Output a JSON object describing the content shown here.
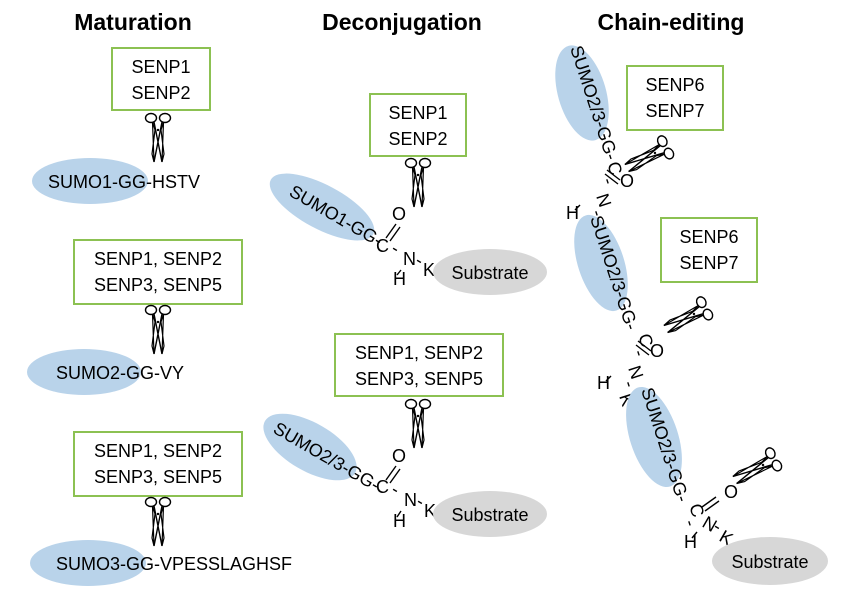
{
  "colors": {
    "box_border": "#8cc152",
    "sumo_fill": "#b9d3ea",
    "substrate_fill": "#d7d7d7",
    "text": "#000000"
  },
  "headers": {
    "maturation": "Maturation",
    "deconjugation": "Deconjugation",
    "chain_editing": "Chain-editing"
  },
  "maturation": {
    "row1": {
      "enzymes": [
        "SENP1",
        "SENP2"
      ],
      "sumo": "SUMO1",
      "tail": "-GG-HSTV"
    },
    "row2": {
      "enzymes": [
        "SENP1, SENP2",
        "SENP3, SENP5"
      ],
      "sumo": "SUMO2",
      "tail": "-GG-VY"
    },
    "row3": {
      "enzymes": [
        "SENP1, SENP2",
        "SENP3, SENP5"
      ],
      "sumo": "SUMO3",
      "tail": "-GG-VPESSLAGHSF"
    }
  },
  "deconjugation": {
    "top": {
      "enzymes": [
        "SENP1",
        "SENP2"
      ],
      "sumo": "SUMO1",
      "substrate": "Substrate"
    },
    "bottom": {
      "enzymes": [
        "SENP1, SENP2",
        "SENP3, SENP5"
      ],
      "sumo": "SUMO2/3",
      "substrate": "Substrate"
    }
  },
  "chain_editing": {
    "box1": [
      "SENP6",
      "SENP7"
    ],
    "box2": [
      "SENP6",
      "SENP7"
    ],
    "sumo": "SUMO2/3",
    "substrate": "Substrate"
  },
  "linkage": {
    "gg": "-GG-",
    "c": "C",
    "n": "N",
    "k": "K",
    "o": "O",
    "h": "H",
    "dash": "-"
  },
  "icons": {
    "scissors": "scissors-icon"
  }
}
